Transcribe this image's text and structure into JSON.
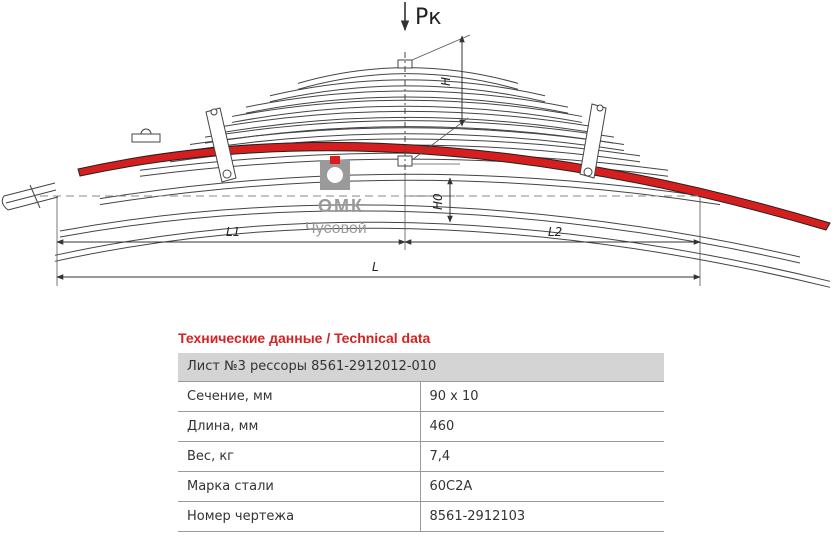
{
  "drawing": {
    "force_label": "Pк",
    "height_label": "H",
    "height0_label": "H0",
    "left_length_label": "L1",
    "right_length_label": "L2",
    "total_length_label": "L",
    "colors": {
      "highlight_leaf": "#d71e1e",
      "lines": "#333333",
      "logo": "#9a9a9a"
    }
  },
  "logo": {
    "line1": "ОМК",
    "line2": "Чусовой"
  },
  "technical": {
    "title": "Технические данные / Technical data",
    "header": "Лист №3 рессоры 8561-2912012-010",
    "rows": [
      {
        "label": "Сечение, мм",
        "value": "90 x 10"
      },
      {
        "label": "Длина, мм",
        "value": "460"
      },
      {
        "label": "Вес, кг",
        "value": "7,4"
      },
      {
        "label": "Марка стали",
        "value": "60С2А"
      },
      {
        "label": "Номер чертежа",
        "value": "8561-2912103"
      }
    ]
  }
}
